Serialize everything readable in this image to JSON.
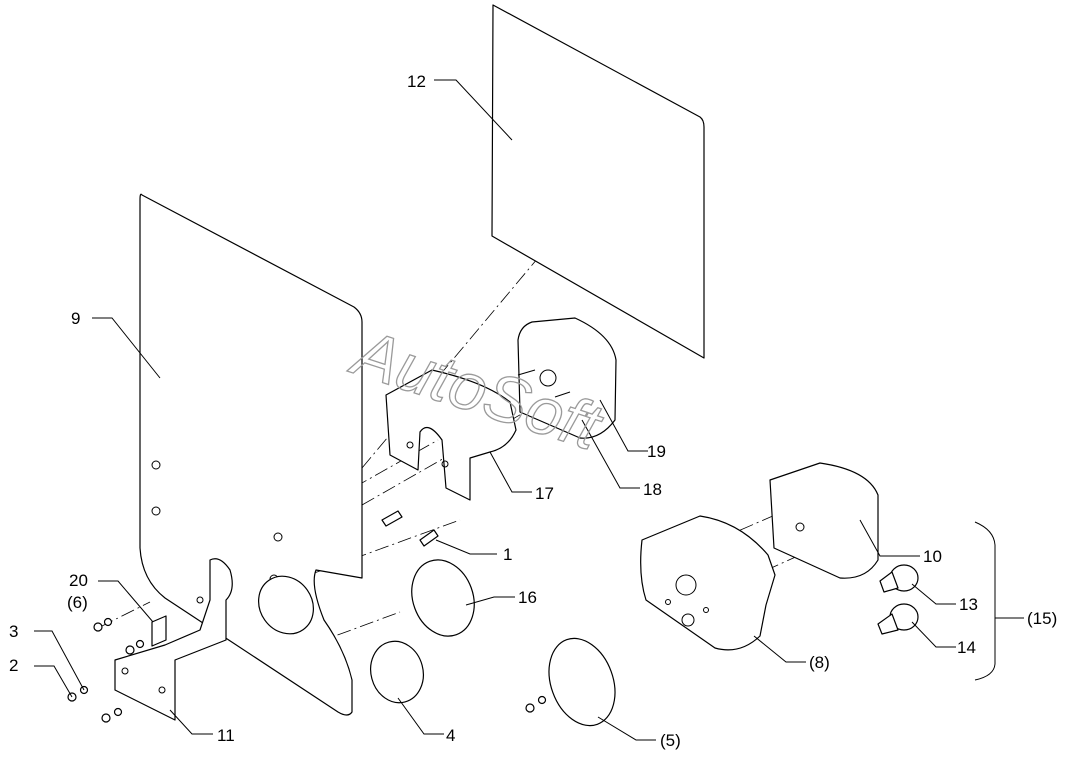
{
  "watermark": "AutoSoft",
  "callouts": {
    "c1": "1",
    "c2": "2",
    "c3": "3",
    "c4": "4",
    "c5": "(5)",
    "c6": "(6)",
    "c8": "(8)",
    "c9": "9",
    "c10": "10",
    "c11": "11",
    "c12": "12",
    "c13": "13",
    "c14": "14",
    "c15": "(15)",
    "c16": "16",
    "c17": "17",
    "c18": "18",
    "c19": "19",
    "c20": "20"
  }
}
